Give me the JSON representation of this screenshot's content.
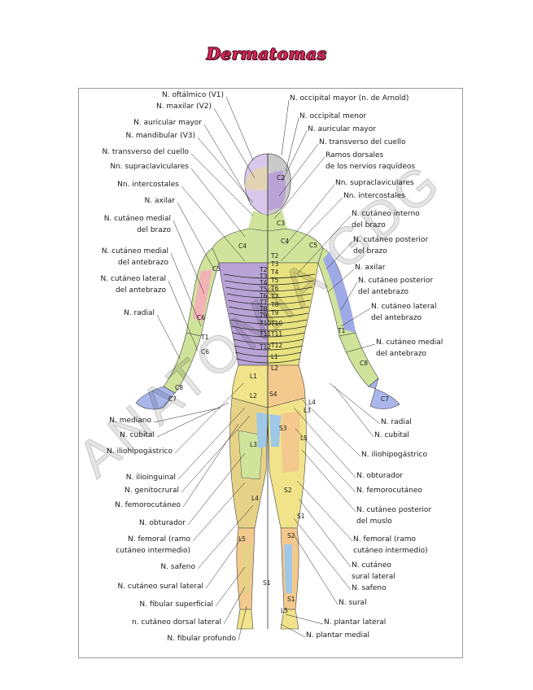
{
  "title": "Dermatomas",
  "watermark": "ANATOMIA GDG",
  "left_labels": [
    "N. oftálmico (V1)",
    "N. maxilar (V2)",
    "N. auricular mayor",
    "N. mandibular (V3)",
    "N. transverso del cuello",
    "Nn. supraclaviculares",
    "Nn. intercostales",
    "N. axilar",
    "N. cutáneo medial",
    "del brazo",
    "N. cutáneo medial",
    "del antebrazo",
    "N. cutáneo lateral",
    "del antebrazo",
    "N. radial",
    "N. mediano",
    "N. cubital",
    "N. iliohipogástrico",
    "N. ilioinguinal",
    "N. genitocrural",
    "N. femorocutáneo",
    "N. obturador",
    "N. femoral (ramo",
    "cutáneo intermedio)",
    "N. safeno",
    "N. cutáneo sural lateral",
    "N. fibular superficial",
    "n. cutáneo dorsal lateral",
    "N. fibular profundo"
  ],
  "right_labels": [
    "N. occipital mayor (n. de Arnold)",
    "N. occipital menor",
    "N. auricular mayor",
    "N. transverso del cuello",
    "Ramos dorsales",
    "de los nervios raquídeos",
    "Nn. supraclaviculares",
    "Nn. intercostales",
    "N. cutáneo interno",
    "del brazo",
    "N. cutáneo posterior",
    "del brazo",
    "N. axilar",
    "N. cutáneo posterior",
    "del antebrazo",
    "N. cutáneo lateral",
    "del antebrazo",
    "N. cutáneo medial",
    "del antebrazo",
    "N. radial",
    "N. cubital",
    "N. iliohipogástrico",
    "N. obturador",
    "N. femorocutáneo",
    "N. cutáneo posterior",
    "del muslo",
    "N. femoral (ramo",
    "cutáneo intermedio)",
    "N. cutáneo",
    "sural lateral",
    "N. safeno",
    "N. sural",
    "N. plantar lateral",
    "N. plantar medial"
  ],
  "segment_labels": [
    "C2",
    "C3",
    "C4",
    "C4",
    "C5",
    "C5",
    "C6",
    "C6",
    "C7",
    "C7",
    "C8",
    "C8",
    "T1",
    "T1",
    "T2",
    "T3",
    "T4",
    "T5",
    "T6",
    "T7",
    "T8",
    "T9",
    "T10",
    "T11",
    "T12",
    "L1",
    "L2",
    "L3",
    "L4",
    "L5",
    "S1",
    "S2",
    "S3",
    "S4",
    "T10",
    "T11",
    "T12",
    "L1",
    "L2",
    "L3",
    "L4",
    "L5",
    "S1",
    "S2",
    "S1",
    "L5",
    "T2",
    "T3",
    "T4",
    "T5",
    "T6",
    "T7",
    "T8",
    "T9"
  ],
  "colors": {
    "title": "#d6245a",
    "purple": "#b9a3d6",
    "green": "#cfe39a",
    "yellow": "#f0e38a",
    "orange": "#f3c98d",
    "pink": "#f2b3b8",
    "blue": "#9fc8e8",
    "gray": "#c9c9c9",
    "outline": "#1a1a1a"
  }
}
